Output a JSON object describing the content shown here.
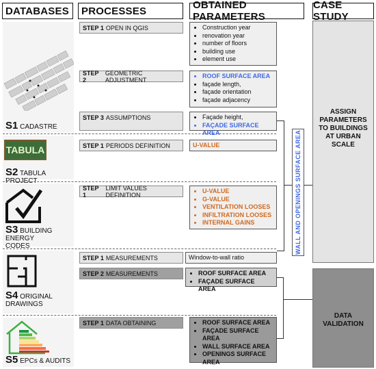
{
  "headers": {
    "databases": "DATABASES",
    "processes": "PROCESSES",
    "obtained": "OBTAINED PARAMETERS",
    "case_study": "CASE STUDY"
  },
  "sources": [
    {
      "code": "S1",
      "label": "CADASTRE"
    },
    {
      "code": "S2",
      "label": "TABULA PROJECT",
      "logo_text": "TABULA"
    },
    {
      "code": "S3",
      "label_line1": "BUILDING ENERGY",
      "label_line2": "CODES"
    },
    {
      "code": "S4",
      "label_line1": "ORIGINAL",
      "label_line2": "DRAWINGS"
    },
    {
      "code": "S5",
      "label": "EPCs & AUDITS"
    }
  ],
  "steps": {
    "s1_1": {
      "num": "STEP 1",
      "text": "OPEN IN QGIS"
    },
    "s1_2": {
      "num": "STEP 2",
      "text": "GEOMETRIC ADJUSTMENT"
    },
    "s1_3": {
      "num": "STEP 3",
      "text": "ASSUMPTIONS"
    },
    "s2_1": {
      "num": "STEP 1",
      "text": "PERIODS DEFINITION"
    },
    "s3_1": {
      "num": "STEP 1",
      "text": "LIMIT VALUES DEFINITION"
    },
    "s4_1": {
      "num": "STEP 1",
      "text": "MEASUREMENTS"
    },
    "s4_2": {
      "num": "STEP 2",
      "text": "MEASUREMENTS"
    },
    "s5_1": {
      "num": "STEP 1",
      "text": "DATA OBTAINING"
    }
  },
  "params": {
    "p1": [
      "Construction year",
      "renovation year",
      "number of floors",
      "building use",
      "element use"
    ],
    "p2_blue": "ROOF SURFACE AREA",
    "p2": [
      "façade length,",
      "façade orientation",
      "façade adjacency"
    ],
    "p3": "Façade height,",
    "p3_blue": "FAÇADE SURFACE AREA",
    "p4_orange": "U-VALUE",
    "p5_orange": [
      "U-VALUE",
      "G-VALUE",
      "VENTILATION LOOSES",
      "INFILTRATION LOOSES",
      "INTERNAL GAINS"
    ],
    "p6": "Window-to-wall ratio",
    "p7": [
      "ROOF SURFACE AREA",
      "FAÇADE SURFACE AREA"
    ],
    "p8": [
      "ROOF SURFACE AREA",
      "FAÇADE SURFACE AREA",
      "WALL SURFACE AREA",
      "OPENINGS SURFACE AREA"
    ]
  },
  "vertical_label": "WALL AND OPENINGS SURFACE AREA",
  "case": {
    "assign": "ASSIGN PARAMETERS TO BUILDINGS AT URBAN SCALE",
    "validation": "DATA VALIDATION"
  }
}
